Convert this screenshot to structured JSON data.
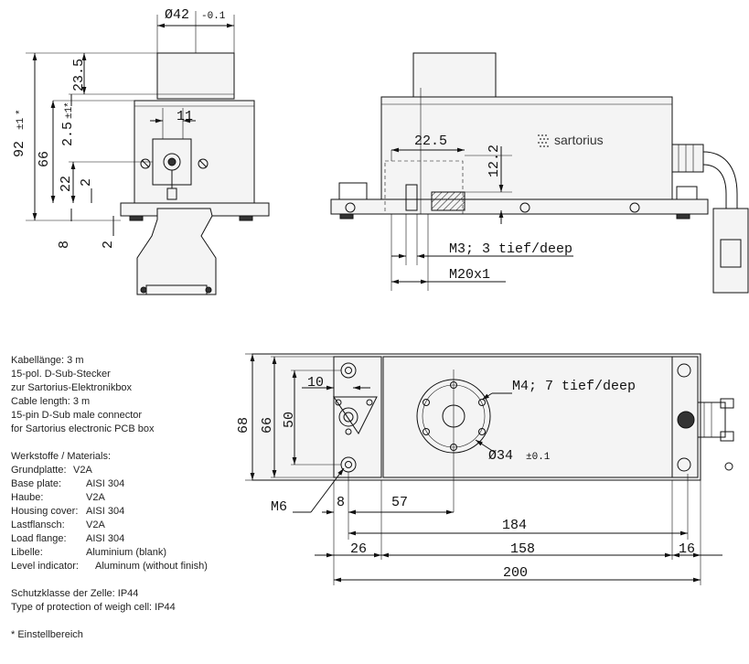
{
  "dimensions": {
    "top_diameter": "Ø42",
    "top_diameter_tol": "-0.1",
    "d23_5": "23.5",
    "d2_5": "2.5",
    "d2_5_tol": "±1",
    "d2_5_star": "*",
    "d92": "92",
    "d92_tol": "±1",
    "d92_star": "*",
    "d66_side": "66",
    "d11": "11",
    "d22": "22",
    "d2a": "2",
    "d2b": "2",
    "d8": "8",
    "d22_5": "22.5",
    "d12_2": "12.2",
    "thread_m3": "M3; 3 tief/deep",
    "thread_m20": "M20x1",
    "d68": "68",
    "d66_plan": "66",
    "d50": "50",
    "d10": "10",
    "thread_m4": "M4; 7 tief/deep",
    "flange_dia": "Ø34",
    "flange_dia_tol": "±0.1",
    "thread_m6": "M6",
    "d8_plan": "8",
    "d57": "57",
    "d184": "184",
    "d26": "26",
    "d158": "158",
    "d16": "16",
    "d200": "200"
  },
  "brand": {
    "name": "sartorius"
  },
  "notes": {
    "cable": [
      "Kabellänge: 3 m",
      "15-pol. D-Sub-Stecker",
      "zur Sartorius-Elektronikbox",
      "Cable length: 3 m",
      "15-pin D-Sub male connector",
      "for Sartorius electronic PCB box"
    ],
    "materials_title": "Werkstoffe / Materials:",
    "materials": [
      {
        "key": "Grundplatte:",
        "value": "V2A"
      },
      {
        "key": "Base plate:",
        "value": "AISI 304"
      },
      {
        "key": "Haube:",
        "value": "V2A"
      },
      {
        "key": "Housing cover:",
        "value": "AISI 304"
      },
      {
        "key": "Lastflansch:",
        "value": "V2A"
      },
      {
        "key": "Load flange:",
        "value": "AISI 304"
      },
      {
        "key": "Libelle:",
        "value": "Aluminium (blank)"
      },
      {
        "key": "Level indicator:",
        "value": "Aluminum (without finish)"
      }
    ],
    "protection_de": "Schutzklasse der Zelle: IP44",
    "protection_en": "Type of protection of weigh cell: IP44",
    "footnote": "* Einstellbereich"
  }
}
